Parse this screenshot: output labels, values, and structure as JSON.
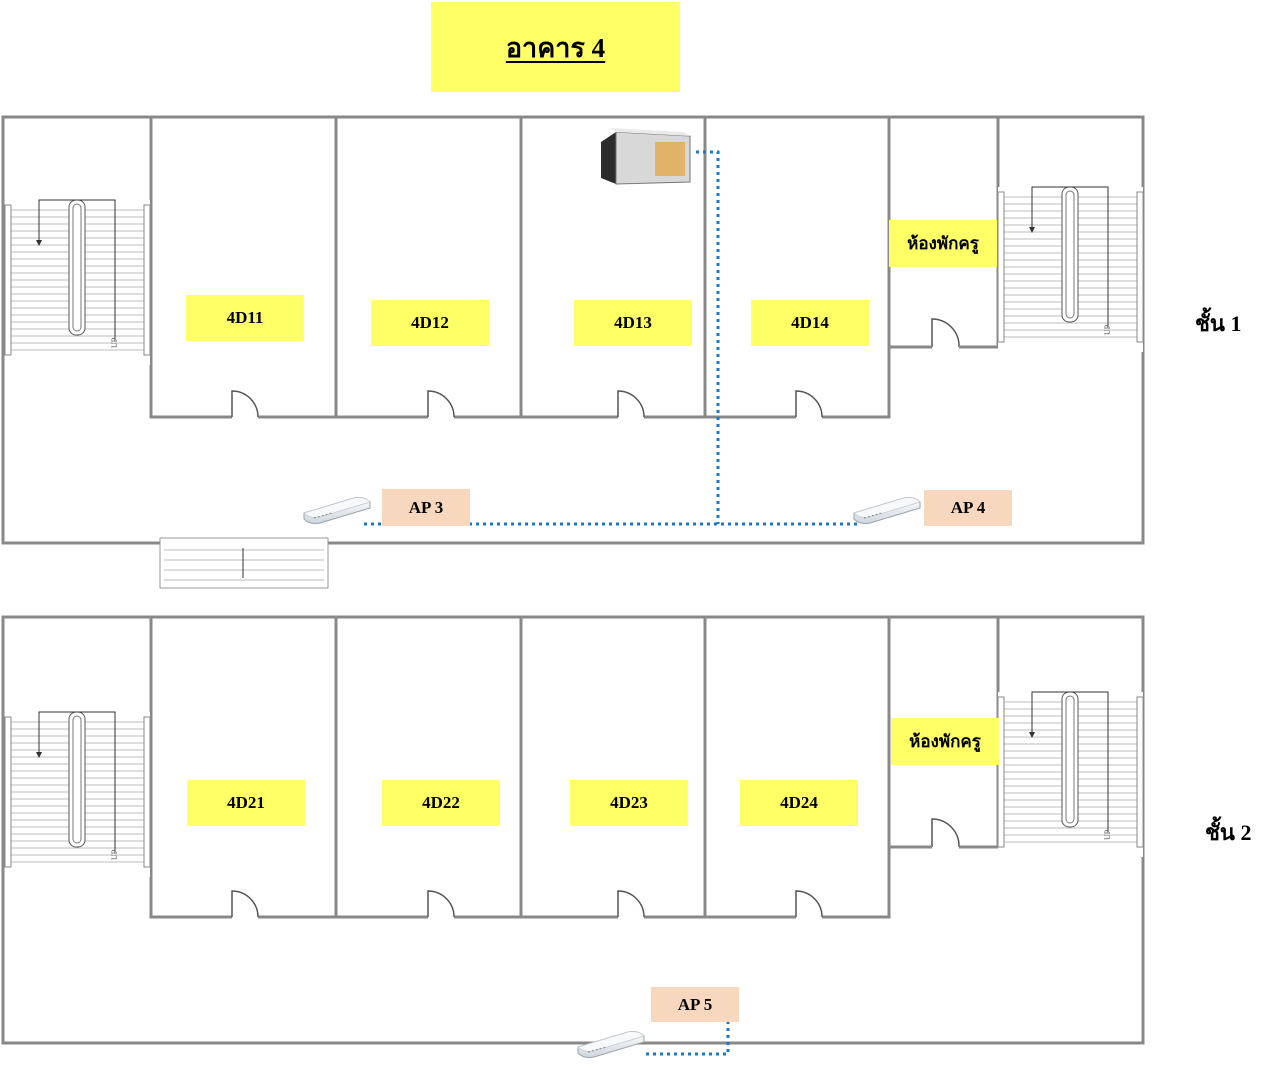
{
  "title": "อาคาร 4",
  "floors": [
    {
      "label": "ชั้น 1",
      "rooms": [
        "4D11",
        "4D12",
        "4D13",
        "4D14"
      ],
      "staff_room": "ห้องพักครู",
      "access_points": [
        "AP 3",
        "AP 4"
      ]
    },
    {
      "label": "ชั้น 2",
      "rooms": [
        "4D21",
        "4D22",
        "4D23",
        "4D24"
      ],
      "staff_room": "ห้องพักครู",
      "access_points": [
        "AP 5"
      ]
    }
  ],
  "colors": {
    "label_fill": "#ffff66",
    "ap_label_fill": "#f8d7bf",
    "wall": "#888888",
    "cable": "#1f77c4"
  },
  "icons": {
    "rack": "network-rack-cabinet-icon",
    "ap": "wireless-access-point-icon",
    "stairs": "staircase-icon"
  }
}
